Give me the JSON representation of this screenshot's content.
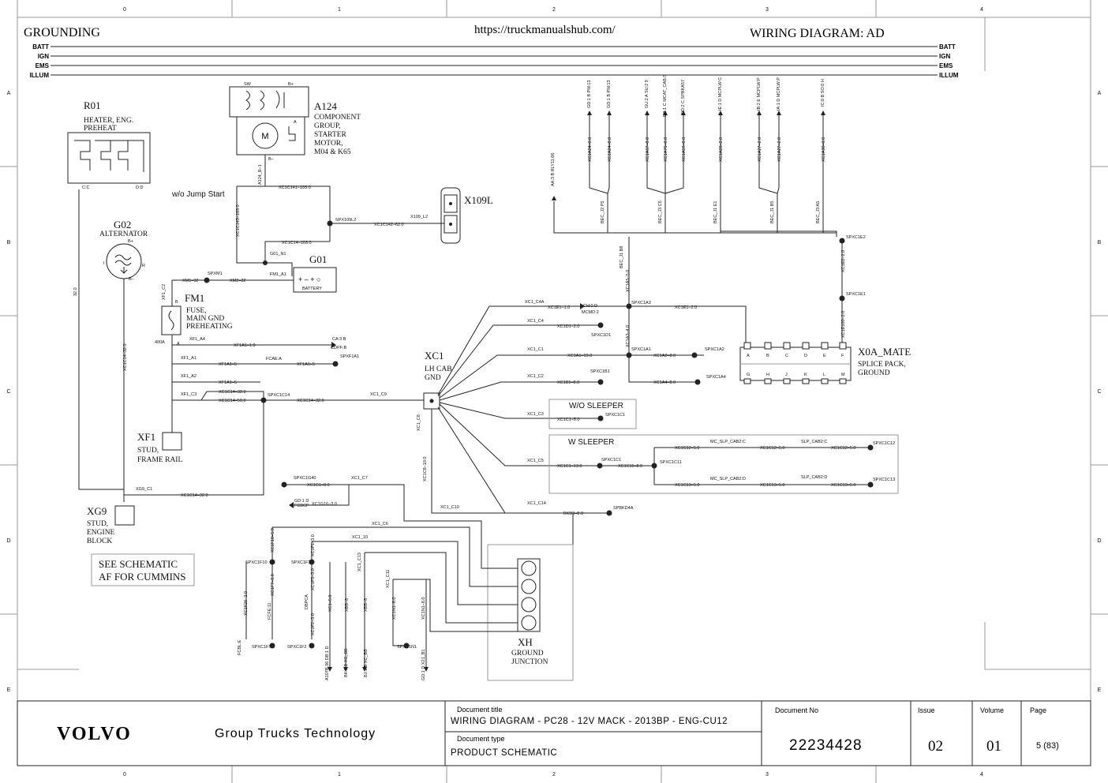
{
  "header": {
    "section": "GROUNDING",
    "url": "https://truckmanualshub.com/",
    "diagram_title": "WIRING DIAGRAM: AD"
  },
  "grid": {
    "cols": [
      "0",
      "1",
      "2",
      "3",
      "4"
    ],
    "rows": [
      "A",
      "B",
      "C",
      "D",
      "E"
    ]
  },
  "rails": [
    "BATT",
    "IGN",
    "EMS",
    "ILLUM"
  ],
  "components": {
    "r01": {
      "id": "R01",
      "desc": [
        "HEATER, ENG.",
        "PREHEAT"
      ],
      "pins": [
        "C:C",
        "D:D"
      ]
    },
    "a124": {
      "id": "A124",
      "desc": [
        "COMPONENT",
        "GROUP,",
        "STARTER",
        "MOTOR,",
        "M04 & K65"
      ],
      "pins": [
        "SW",
        "B+",
        "A",
        "B–",
        "M"
      ]
    },
    "g02": {
      "id": "G02",
      "desc": "ALTERNATOR",
      "pins": [
        "B+",
        "I",
        "R",
        "B–"
      ]
    },
    "g01": {
      "id": "G01",
      "desc": "BATTERY",
      "terminals": "+ –    + ○"
    },
    "fm1": {
      "id": "FM1",
      "desc": [
        "FUSE,",
        "MAIN GND",
        "PREHEATING"
      ],
      "rating": "400A",
      "pins": [
        "B",
        "A"
      ]
    },
    "xf1": {
      "id": "XF1",
      "desc": [
        "STUD,",
        "FRAME RAIL"
      ]
    },
    "xg9": {
      "id": "XG9",
      "desc": [
        "STUD,",
        "ENGINE",
        "BLOCK"
      ]
    },
    "x109l": {
      "id": "X109L"
    },
    "xc1": {
      "id": "XC1",
      "desc": [
        "LH CAB",
        "GND"
      ]
    },
    "x0a": {
      "id": "X0A_MATE",
      "desc": [
        "SPLICE PACK,",
        "GROUND"
      ],
      "pins_top": [
        "A",
        "B",
        "C",
        "D",
        "E",
        "F"
      ],
      "pins_bot": [
        "G",
        "H",
        "J",
        "K",
        "L",
        "M"
      ]
    },
    "xh": {
      "id": "XH",
      "desc": [
        "GROUND",
        "JUNCTION"
      ]
    }
  },
  "notes": {
    "jump_start": "w/o Jump Start",
    "see_schematic": [
      "SEE SCHEMATIC",
      "AF FOR CUMMINS"
    ],
    "wo_sleeper": "W/O SLEEPER",
    "w_sleeper": "W SLEEPER"
  },
  "wires": {
    "a124_b": "A124_B–1",
    "xc1c141": "XC1C141–103.0",
    "xc1c143": "XC1C143–103.0",
    "xc1c14_103": "XC1C14–103.0",
    "spx109l2": "SPX109L2",
    "xc1c142": "XC1C142–62.0",
    "x109l2": "X109_L2",
    "g01n1": "G01_N1",
    "fm1a1": "FM1_A1",
    "spxm1": "SPXM1",
    "xm1": "XM1–32",
    "xm2": "XM2–32",
    "xf1c2": "XF1_C2",
    "xc1c14_32v": "XC1C14–32.0",
    "w32": "32.0",
    "xf1a4": "XF1_A4",
    "xf1a1_10": "XF1A1–1.0",
    "ca3b": "CA:3 B",
    "cdpfb": "CDPF:B",
    "xf1a1": "XF1_A1",
    "xf1a1_5": "XF1A1–5",
    "fcaea": "FCAE:A",
    "xf1a1_5b": "XF1A1–5",
    "spxf1a1": "SPXF1A1",
    "xf1a2": "XF1_A2",
    "xf1a1_5c": "XF1A1–5",
    "xf1c3": "XF1_C3",
    "xc1c14_32a": "XC1C14–32.0",
    "xc1c14_50": "XC1C14–50.0",
    "spxc1c14": "SPXC1C14",
    "xc1c14_32b": "XC1C14–32.0",
    "xc1c9": "XC1_C9",
    "xg9c1": "XG9_C1",
    "xc1c14_32c": "XC1C14–32.0",
    "xc1c8": "XC1_C8",
    "xc1c8_19": "XC1C8–19.0",
    "xc1c4a": "XC1_C4A",
    "xc1e1_10": "XC1E1–1.0",
    "ch0d": "CH:0 D",
    "mcmd2": "MCMD:2",
    "xc1c4": "XC1_C4",
    "xc1d1": "XC1D1–2.0",
    "spxc1d1": "SPXC1D1",
    "xc1c1": "XC1_C1",
    "xc1a1_19": "XC1A1–19.0",
    "spxc1a1": "SPXC1A1",
    "xc1a2": "XC1A2–8.0",
    "spxc1a2": "SPXC1A2",
    "xc1a4": "XC1A4–8.0",
    "spxc1a4": "SPXC1A4",
    "xc1a3_40": "XC1A3–4.0",
    "spxc1a3": "SPXC1A3",
    "xc1e1_20": "XC1E1–2.0",
    "xc1a5": "XC1A5–5.0",
    "bec_j1b8": "BEC_J1 B8",
    "xc1c2": "XC1_C2",
    "xc1b1": "XC1B1–8.0",
    "spxc1b1": "SPXC1B1",
    "xc1c3": "XC1_C3",
    "xc1c1_5": "XC1C1–5.0",
    "spxc1c1": "SPXC1C1",
    "xc1c5": "XC1_C5",
    "xc1c1_13": "XC1C1–13.0",
    "spxc1c1b": "SPXC1C1",
    "xc1c11_8": "XC1C11–8.0",
    "spxc1c11": "SPXC1C11",
    "xc1c12_5": "XC1C12–5.0",
    "mc_slp_c": "MC_SLP_CAB2:C",
    "xc1c12_5b": "XC1C12–5.0",
    "slp_cab2c": "SLP_CAB2:C",
    "xc1c12_5c": "XC1C12–5.0",
    "spxc1c12": "SPXC1C12",
    "xc1c13_5": "XC1C13–5.0",
    "mc_slp_d": "MC_SLP_CAB2:D",
    "xc1c13_5b": "XC1C13–5.0",
    "slp_cab2d": "SLP_CAB2:D",
    "xc1c13_5c": "XC1C13–5.0",
    "spxc1c13": "SPXC1C13",
    "xc1c14": "XC1_C14",
    "bkd3": "BKD3–8.0",
    "spbkd4a": "SPBKD4A",
    "xc1c10": "XC1_C10",
    "spxc1g40": "SPXC1G40",
    "xc1c7": "XC1_C7",
    "xc1g1": "XC1G1–8.0",
    "gd1d": "GD:1 D",
    "fcbcp": "FCBCP",
    "xc1g16": "XC1G16–3.0",
    "xc1c6": "XC1_C6",
    "xc1_10": "XC1_10",
    "xc1c13": "XC1_C13",
    "xc1c11": "XC1_C11",
    "spxc1f10": "SPXC1F10",
    "spxc1f1": "SPXC1F1",
    "spxc1f7": "SPXC1F7",
    "spxc1f2": "SPXC1F2",
    "spxc1n1": "SPXC1N1",
    "spxc1e2": "SPXC1E2",
    "spxc1e1": "SPXC1E1",
    "xc1e2_20": "XC1E2–2.0",
    "xc1e100": "XC1E100–2.0"
  },
  "vert_labels": {
    "xcf10": "XC1F10–5.0",
    "xcf1": "XC1F1–3.0",
    "xcf20": "XC1F20–3.0",
    "xcf7": "XC1F7–3.0",
    "xcf3": "XC1F3–3.0",
    "xcf2": "XC1F2–3.0",
    "fcfe": "FCFE:11",
    "dbpca": "DBPCA",
    "xc1_50": "XC1–5.0",
    "xbb1": "XBB–8",
    "xbb2": "XBB–8",
    "xc1n1": "XC1N1–8.0",
    "xc1n1b": "XC1N1–8.0",
    "fcbl": "FCBL:E",
    "a107": "A107B.36 DB:1 D",
    "bk0": "BK:0 B XC_BB",
    "bj1": "BJ:1 B XC_BB",
    "gd1": "GD:1 D X21_B1",
    "top1": "GD:1 B PM:13",
    "top2": "GD:1 B PM:13",
    "top3": "GU:2 A SU:2 9",
    "top4": "DB:1 C MCAT_CAB:5",
    "top5": "DD:2 C SPBKA57",
    "top6": "IE:1 D MCPLW:C",
    "top7": "IB:2 E MCPLW:P",
    "top8": "IA:1 D MCPLW:P",
    "top9": "IC:0 B SO:0 H",
    "w1": "XC1A24–0.8",
    "w2": "XC1A24–0.8",
    "w3": "XC1A67–0.8",
    "w4": "XC1A76–0.8",
    "w5": "XC1A59–0.8",
    "w6": "XC1A28–2.0",
    "w7": "XC1A27–2.0",
    "w8": "XC1A27–2.0",
    "w9": "XC1A30–0.8",
    "aa3b": "AA:3 B RLY11.66",
    "bec1": "BEC_J2 P5",
    "bec2": "BEC_J3 C5",
    "bec3": "BEC_J1 E1",
    "bec4": "BEC_J1 B5",
    "bec5": "BEC_J3 A5"
  },
  "title_block": {
    "brand": "VOLVO",
    "org": "Group Trucks Technology",
    "doc_title_label": "Document title",
    "doc_title": "WIRING DIAGRAM - PC28 - 12V MACK - 2013BP - ENG-CU12",
    "doc_type_label": "Document type",
    "doc_type": "PRODUCT SCHEMATIC",
    "doc_no_label": "Document No",
    "doc_no": "22234428",
    "issue_label": "Issue",
    "issue": "02",
    "volume_label": "Volume",
    "volume": "01",
    "page_label": "Page",
    "page": "5 (83)"
  }
}
